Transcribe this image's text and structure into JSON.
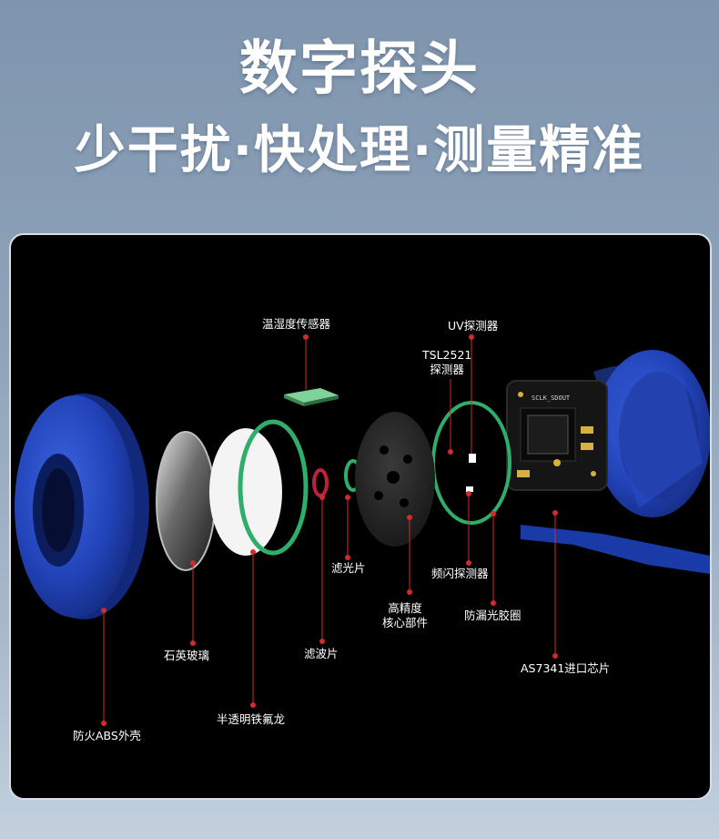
{
  "header": {
    "title": "数字探头",
    "subtitle": "少干扰·快处理·测量精准"
  },
  "labels": {
    "humidity_sensor": "温湿度传感器",
    "uv_detector": "UV探测器",
    "tsl_line1": "TSL2521",
    "tsl_line2": "探测器",
    "filter": "滤光片",
    "core_line1": "高精度",
    "core_line2": "核心部件",
    "flicker_detector": "频闪探测器",
    "seal_ring": "防漏光胶圈",
    "chip": "AS7341进口芯片",
    "quartz": "石英玻璃",
    "wave_filter": "滤波片",
    "ptfe": "半透明铁氟龙",
    "shell": "防火ABS外壳"
  },
  "pcb_text": "SCLK_SDOUT",
  "colors": {
    "accent_red": "#d32a2a",
    "shell_blue": "#2243b8",
    "seal_green": "#2fae6b",
    "panel_bg": "#000000"
  }
}
